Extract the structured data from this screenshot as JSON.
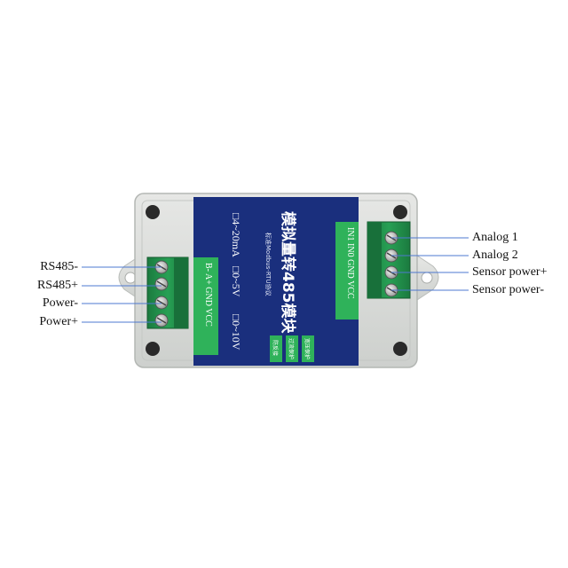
{
  "product": {
    "title": "模拟量转485模块",
    "subtitle": "标准Modbus-RTU协议",
    "ranges": [
      "□4~20mA",
      "□0~5V",
      "□0~10V"
    ],
    "left_terminal_text": "B- A+ GND VCC",
    "right_terminal_text": "IN1 IN0 GND VCC",
    "badges": [
      "宽压保护",
      "过流保护",
      "防反接"
    ]
  },
  "left_labels": [
    "RS485-",
    "RS485+",
    "Power-",
    "Power+"
  ],
  "right_labels": [
    "Analog 1",
    "Analog 2",
    "Sensor power+",
    "Sensor power-"
  ],
  "colors": {
    "case": "#d9dbd9",
    "label_panel": "#1a2f7d",
    "terminal_green": "#1f8a48",
    "badge_green": "#2fb25a",
    "leader": "#4d78d0"
  }
}
